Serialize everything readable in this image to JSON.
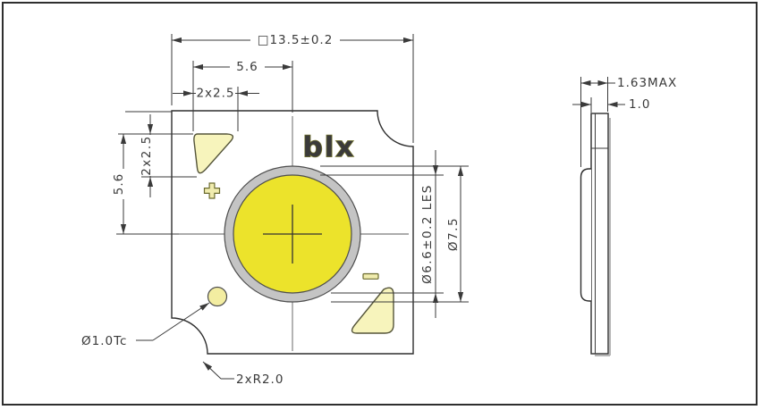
{
  "front_view": {
    "logo": "blx",
    "dims": {
      "overall": "□13.5±0.2",
      "offset_h": "5.6",
      "size_h": "2x2.5",
      "offset_v": "5.6",
      "size_v": "2x2.5",
      "les": "Ø6.6±0.2 LES",
      "ring": "Ø7.5",
      "tc": "Ø1.0Tc",
      "corner": "2xR2.0"
    }
  },
  "side_view": {
    "dims": {
      "thickness_max": "1.63MAX",
      "board_thickness": "1.0"
    }
  },
  "colors": {
    "les_yellow": "#ece32b",
    "ring_gray": "#c4c4c4",
    "triangle_pale": "#f7f4bc",
    "tc_fill": "#f3eda1",
    "marker_fill": "#f0ecae",
    "olive": "#6b6b2f",
    "logo_fill": "#f7f4c8",
    "logo_stroke": "#73732d",
    "line": "#3a3a3a"
  }
}
